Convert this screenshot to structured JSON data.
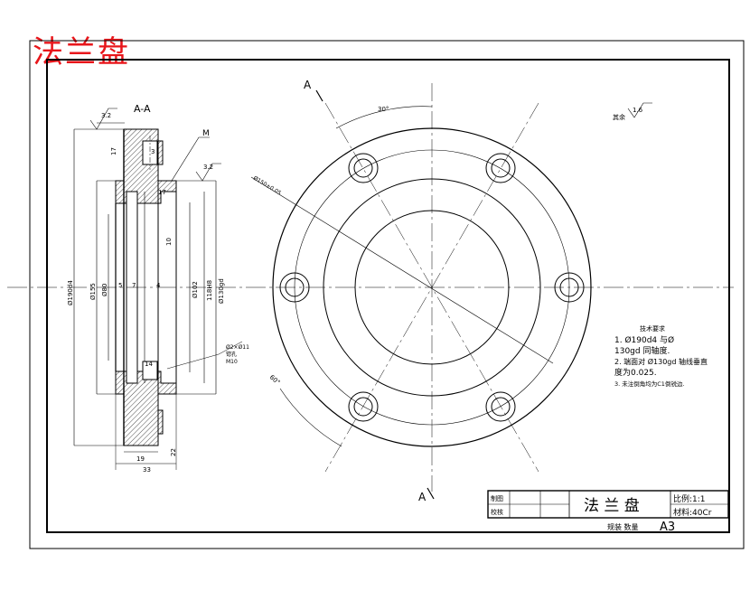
{
  "overlay_title": "法兰盘",
  "section_view": {
    "label": "A-A",
    "leader_M": "M",
    "roughness": [
      "3.2",
      "3.2"
    ],
    "dims_vertical": [
      "17",
      "Ø190d4",
      "Ø155",
      "Ø80",
      "5",
      "7",
      "4",
      "Ø102",
      "118H8",
      "Ø130gd"
    ],
    "dims_horizontal": [
      "17",
      "3",
      "10",
      "14",
      "19",
      "33",
      "22"
    ],
    "thread_note": [
      "Ø2×Ø11",
      "锪孔",
      "M10"
    ]
  },
  "front_view": {
    "section_marks": [
      "A",
      "A"
    ],
    "angle_label": "30°",
    "pcd_label": "Ø150±0.05",
    "radius_label": "60°",
    "other_roughness": "其余",
    "other_roughness_value": "1.6"
  },
  "notes": {
    "title": "技术要求",
    "lines": [
      "1. Ø190d4 与Ø",
      "130gd 同轴度.",
      "2. 端面对 Ø130gd 轴线垂直",
      "度为0.025.",
      "3. 未注倒角均为C1倒锐边."
    ]
  },
  "title_block": {
    "drawn_by": "制图",
    "checked_by": "校核",
    "part_name": "法 兰 盘",
    "scale_label": "比例:1:1",
    "material_label": "材料:40Cr",
    "footer_left": "规装 数量",
    "footer_size": "A3"
  }
}
